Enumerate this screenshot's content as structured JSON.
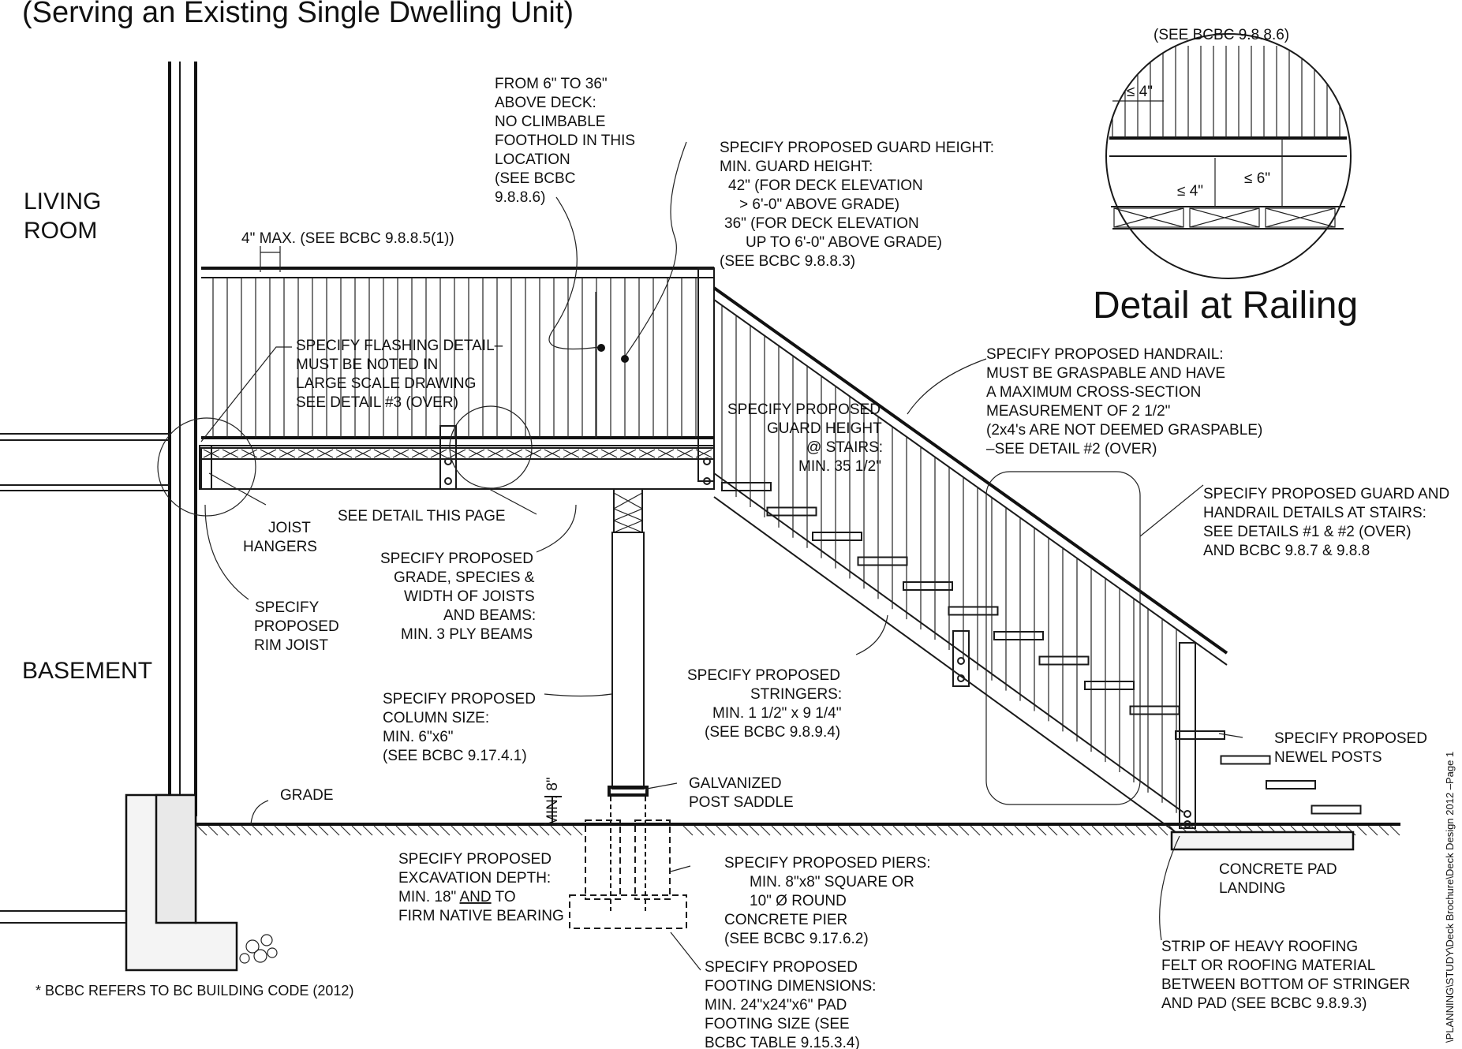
{
  "header": {
    "title": "(Serving an Existing Single Dwelling Unit)"
  },
  "rooms": {
    "living": [
      "LIVING",
      "ROOM"
    ],
    "basement": "BASEMENT"
  },
  "detail": {
    "title": "Detail at Railing",
    "ref": "(SEE BCBC 9.8.8.6)",
    "dim_top": "≤ 4\"",
    "dim_mid": "≤ 4\"",
    "dim_right": "≤ 6\""
  },
  "notes": {
    "max_4": "4\" MAX. (SEE BCBC 9.8.8.5(1))",
    "climbable": [
      "FROM 6\" TO 36\"",
      "ABOVE DECK:",
      "NO CLIMBABLE",
      "FOOTHOLD IN THIS",
      "LOCATION",
      "(SEE BCBC",
      "9.8.8.6)"
    ],
    "guard_height": [
      "SPECIFY PROPOSED GUARD HEIGHT:",
      "MIN. GUARD HEIGHT:",
      "42\" (FOR DECK ELEVATION",
      "> 6'-0\" ABOVE GRADE)",
      "36\" (FOR DECK ELEVATION",
      "UP TO 6'-0\" ABOVE GRADE)",
      "(SEE BCBC 9.8.8.3)"
    ],
    "flashing": [
      "SPECIFY FLASHING DETAIL–",
      "MUST BE NOTED IN",
      "LARGE SCALE DRAWING",
      "SEE DETAIL #3 (OVER)"
    ],
    "guard_stairs": [
      "SPECIFY PROPOSED",
      "GUARD HEIGHT",
      "@ STAIRS:",
      "MIN. 35 1/2\""
    ],
    "handrail": [
      "SPECIFY PROPOSED HANDRAIL:",
      "MUST BE GRASPABLE AND HAVE",
      "A MAXIMUM CROSS-SECTION",
      "MEASUREMENT OF 2 1/2\"",
      "(2x4's ARE NOT DEEMED GRASPABLE)",
      "–SEE DETAIL #2 (OVER)"
    ],
    "guard_handrail": [
      "SPECIFY PROPOSED GUARD AND",
      "HANDRAIL DETAILS AT STAIRS:",
      "SEE DETAILS #1 & #2 (OVER)",
      "AND BCBC 9.8.7 & 9.8.8"
    ],
    "joist_hangers": [
      "JOIST",
      "HANGERS"
    ],
    "see_detail": "SEE DETAIL THIS PAGE",
    "joists": [
      "SPECIFY PROPOSED",
      "GRADE, SPECIES &",
      "WIDTH OF JOISTS",
      "AND BEAMS:",
      "MIN. 3 PLY BEAMS"
    ],
    "rim_joist": [
      "SPECIFY",
      "PROPOSED",
      "RIM JOIST"
    ],
    "stringers": [
      "SPECIFY PROPOSED",
      "STRINGERS:",
      "MIN. 1 1/2\" x 9 1/4\"",
      "(SEE BCBC 9.8.9.4)"
    ],
    "column": [
      "SPECIFY PROPOSED",
      "COLUMN SIZE:",
      "MIN. 6\"x6\"",
      "(SEE BCBC 9.17.4.1)"
    ],
    "newel": [
      "SPECIFY PROPOSED",
      "NEWEL POSTS"
    ],
    "saddle": [
      "GALVANIZED",
      "POST SADDLE"
    ],
    "min8": "MIN. 8\"",
    "grade": "GRADE",
    "excavation_lines": [
      "SPECIFY PROPOSED",
      "EXCAVATION DEPTH:",
      "MIN. 18\" ",
      "AND",
      " TO",
      "FIRM NATIVE BEARING"
    ],
    "piers": [
      "SPECIFY PROPOSED PIERS:",
      "MIN. 8\"x8\" SQUARE OR",
      "10\" Ø ROUND",
      "CONCRETE PIER",
      "(SEE BCBC 9.17.6.2)"
    ],
    "concrete_pad": [
      "CONCRETE PAD",
      "LANDING"
    ],
    "footing": [
      "SPECIFY PROPOSED",
      "FOOTING DIMENSIONS:",
      "MIN. 24\"x24\"x6\" PAD",
      "FOOTING SIZE (SEE",
      "BCBC TABLE 9.15.3.4)"
    ],
    "roofing": [
      "STRIP OF HEAVY ROOFING",
      "FELT OR ROOFING MATERIAL",
      "BETWEEN BOTTOM OF STRINGER",
      "AND PAD (SEE BCBC 9.8.9.3)"
    ]
  },
  "footnote": "* BCBC REFERS TO BC BUILDING CODE (2012)",
  "side_label": "\\PLANNING\\STUDY\\Deck Brochure\\Deck Design 2012 –Page 1"
}
